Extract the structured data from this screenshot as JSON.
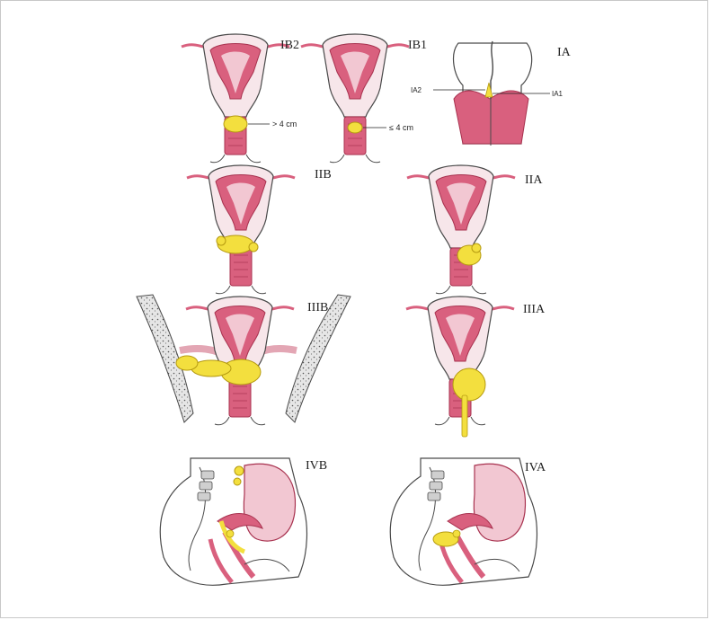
{
  "colors": {
    "tissue": "#d9607e",
    "tissue_light": "#f2c7d2",
    "tissue_dark": "#a8324f",
    "tumor": "#f3df3e",
    "tumor_edge": "#b59a10",
    "outline": "#4a4a4a",
    "bone": "#cfcfcf"
  },
  "stages": {
    "ia": "IA",
    "ib1": "IB1",
    "ib2": "IB2",
    "iia": "IIA",
    "iib": "IIB",
    "iiia": "IIIA",
    "iiib": "IIIB",
    "iva": "IVA",
    "ivb": "IVB"
  },
  "ia_labels": {
    "ia1": "IA1",
    "ia2": "IA2"
  },
  "dimensions": {
    "le4": "≤ 4 cm",
    "gt4": "> 4 cm"
  }
}
